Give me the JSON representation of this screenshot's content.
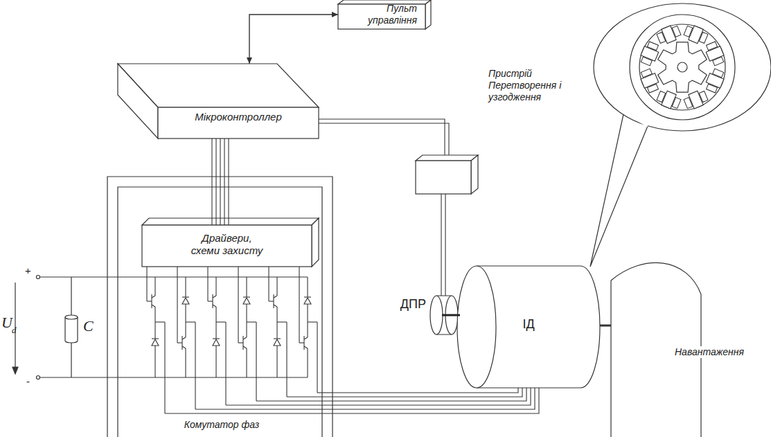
{
  "diagram": {
    "nodes": [
      {
        "text": [
          "Пульт управління"
        ]
      },
      {
        "text": [
          "Мікроконтроллер"
        ]
      },
      {
        "text": [
          "Пристрій Перетворення і узгодження"
        ]
      },
      {
        "text": [
          "Комутатор фаз"
        ]
      },
      {
        "text": [
          "Драйвери, схеми захисту"
        ],
        "in": 3
      },
      {
        "text": [
          "ДПР"
        ]
      },
      {
        "text": [
          "ІД"
        ]
      },
      {
        "text": [
          "Навантаження"
        ]
      }
    ],
    "edges": [
      {
        "from": 0,
        "to": 1,
        "arrow": "both"
      },
      {
        "from": 1,
        "to": 4,
        "arrow": "none"
      },
      {
        "from": 1,
        "to": 2,
        "arrow": "none"
      },
      {
        "from": 2,
        "to": 5,
        "arrow": "none"
      },
      {
        "from": 3,
        "to": 6,
        "arrow": "none"
      },
      {
        "from": 6,
        "to": 7,
        "arrow": "none"
      }
    ],
    "labels": [
      "+",
      "-",
      "U",
      "d",
      "C"
    ]
  }
}
